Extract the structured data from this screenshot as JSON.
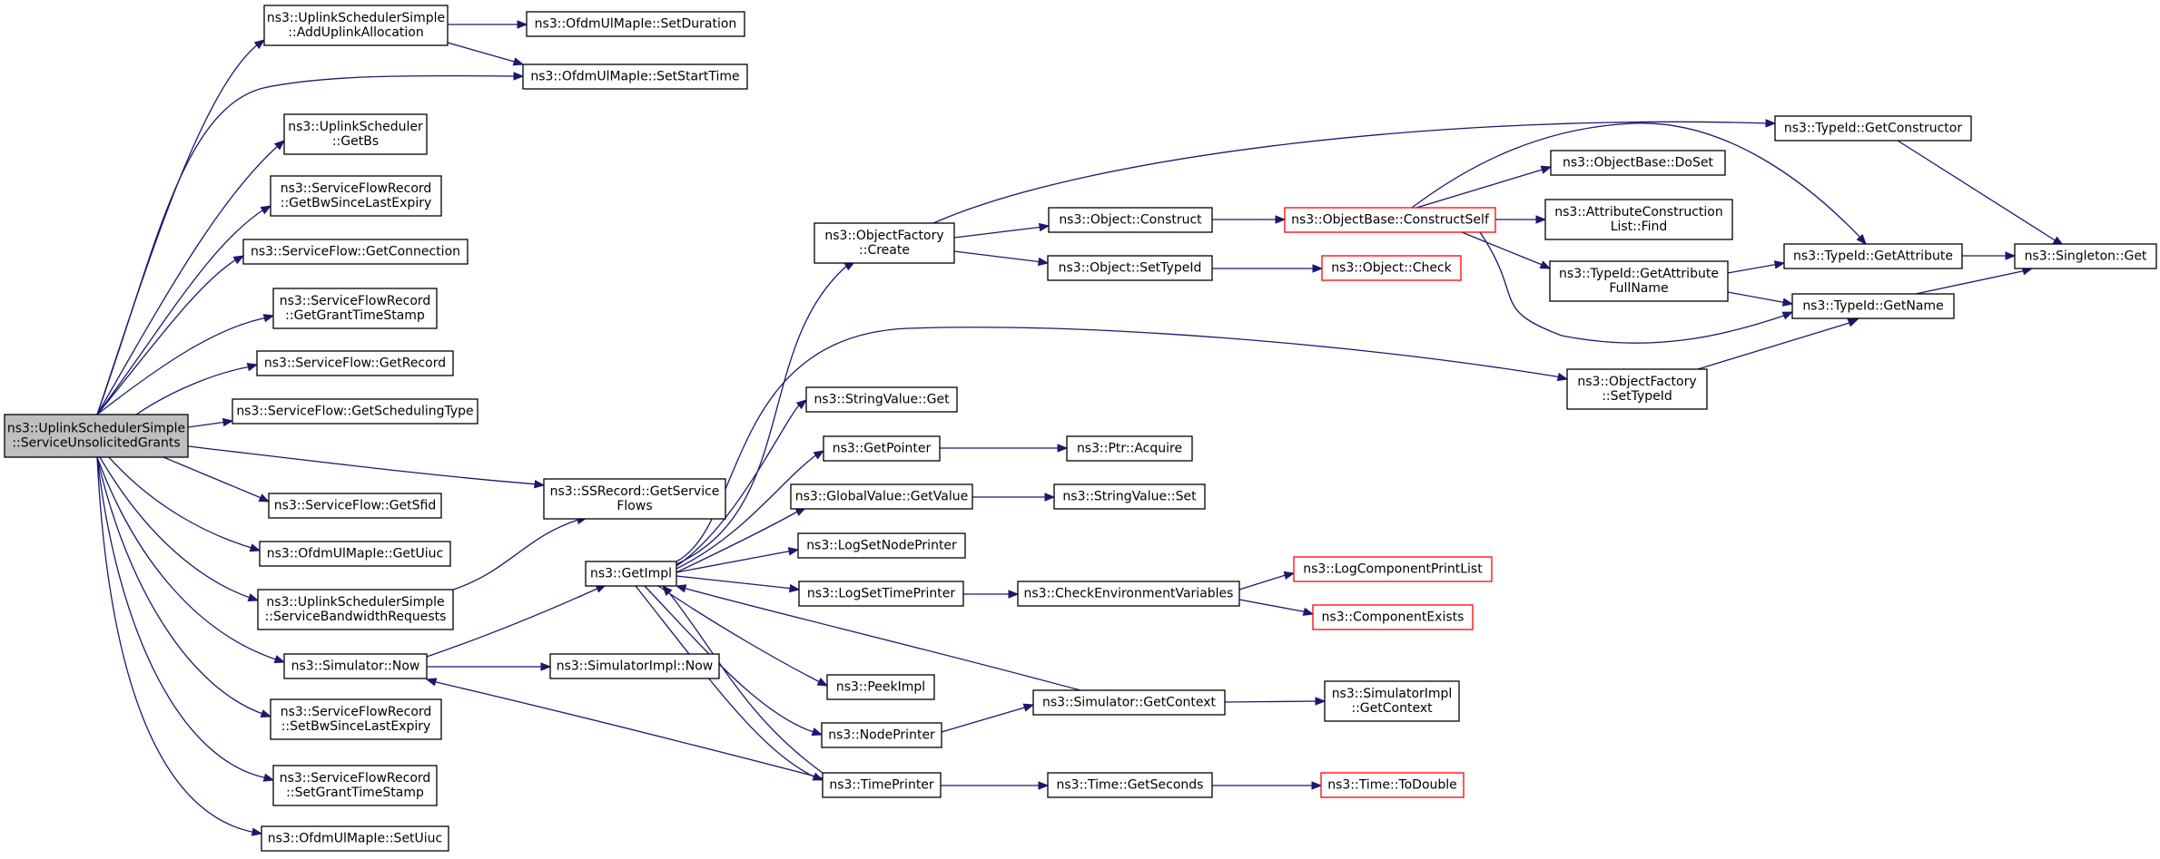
{
  "colors": {
    "edge": "#191970",
    "root_fill": "#bfbfbf",
    "truncated_border": "#ff0000",
    "node_border": "#000000"
  },
  "nodes": {
    "root": [
      "ns3::UplinkSchedulerSimple",
      "::ServiceUnsolicitedGrants"
    ],
    "addUplinkAllocation": [
      "ns3::UplinkSchedulerSimple",
      "::AddUplinkAllocation"
    ],
    "ofdmSetDuration": [
      "ns3::OfdmUlMapIe::SetDuration"
    ],
    "ofdmSetStartTime": [
      "ns3::OfdmUlMapIe::SetStartTime"
    ],
    "uplinkGetBs": [
      "ns3::UplinkScheduler",
      "::GetBs"
    ],
    "sfrGetBwSinceLastExpiry": [
      "ns3::ServiceFlowRecord",
      "::GetBwSinceLastExpiry"
    ],
    "sfGetConnection": [
      "ns3::ServiceFlow::GetConnection"
    ],
    "sfrGetGrantTimeStamp": [
      "ns3::ServiceFlowRecord",
      "::GetGrantTimeStamp"
    ],
    "sfGetRecord": [
      "ns3::ServiceFlow::GetRecord"
    ],
    "sfGetSchedulingType": [
      "ns3::ServiceFlow::GetSchedulingType"
    ],
    "sfGetSfid": [
      "ns3::ServiceFlow::GetSfid"
    ],
    "ofdmGetUiuc": [
      "ns3::OfdmUlMapIe::GetUiuc"
    ],
    "serviceBandwidthRequests": [
      "ns3::UplinkSchedulerSimple",
      "::ServiceBandwidthRequests"
    ],
    "simNow": [
      "ns3::Simulator::Now"
    ],
    "sfrSetBwSinceLastExpiry": [
      "ns3::ServiceFlowRecord",
      "::SetBwSinceLastExpiry"
    ],
    "sfrSetGrantTimeStamp": [
      "ns3::ServiceFlowRecord",
      "::SetGrantTimeStamp"
    ],
    "ofdmSetUiuc": [
      "ns3::OfdmUlMapIe::SetUiuc"
    ],
    "ssGetServiceFlows": [
      "ns3::SSRecord::GetService",
      "Flows"
    ],
    "simImplNow": [
      "ns3::SimulatorImpl::Now"
    ],
    "getImpl": [
      "ns3::GetImpl"
    ],
    "objFactoryCreate": [
      "ns3::ObjectFactory",
      "::Create"
    ],
    "stringValueGet": [
      "ns3::StringValue::Get"
    ],
    "getPointer": [
      "ns3::GetPointer"
    ],
    "globalValueGetValue": [
      "ns3::GlobalValue::GetValue"
    ],
    "logSetNodePrinter": [
      "ns3::LogSetNodePrinter"
    ],
    "logSetTimePrinter": [
      "ns3::LogSetTimePrinter"
    ],
    "peekImpl": [
      "ns3::PeekImpl"
    ],
    "nodePrinter": [
      "ns3::NodePrinter"
    ],
    "timePrinter": [
      "ns3::TimePrinter"
    ],
    "objectConstruct": [
      "ns3::Object::Construct"
    ],
    "objectSetTypeId": [
      "ns3::Object::SetTypeId"
    ],
    "ptrAcquire": [
      "ns3::Ptr::Acquire"
    ],
    "stringValueSet": [
      "ns3::StringValue::Set"
    ],
    "checkEnvVars": [
      "ns3::CheckEnvironmentVariables"
    ],
    "simGetContext": [
      "ns3::Simulator::GetContext"
    ],
    "timeGetSeconds": [
      "ns3::Time::GetSeconds"
    ],
    "objBaseConstructSelf": [
      "ns3::ObjectBase::ConstructSelf"
    ],
    "objectCheck": [
      "ns3::Object::Check"
    ],
    "logComponentPrintList": [
      "ns3::LogComponentPrintList"
    ],
    "componentExists": [
      "ns3::ComponentExists"
    ],
    "simImplGetContext": [
      "ns3::SimulatorImpl",
      "::GetContext"
    ],
    "timeToDouble": [
      "ns3::Time::ToDouble"
    ],
    "objFactorySetTypeId": [
      "ns3::ObjectFactory",
      "::SetTypeId"
    ],
    "objBaseDoSet": [
      "ns3::ObjectBase::DoSet"
    ],
    "attrConstructionFind": [
      "ns3::AttributeConstruction",
      "List::Find"
    ],
    "typeIdGetAttributeFullName": [
      "ns3::TypeId::GetAttribute",
      "FullName"
    ],
    "typeIdGetConstructor": [
      "ns3::TypeId::GetConstructor"
    ],
    "typeIdGetAttribute": [
      "ns3::TypeId::GetAttribute"
    ],
    "typeIdGetName": [
      "ns3::TypeId::GetName"
    ],
    "singletonGet": [
      "ns3::Singleton::Get"
    ]
  }
}
